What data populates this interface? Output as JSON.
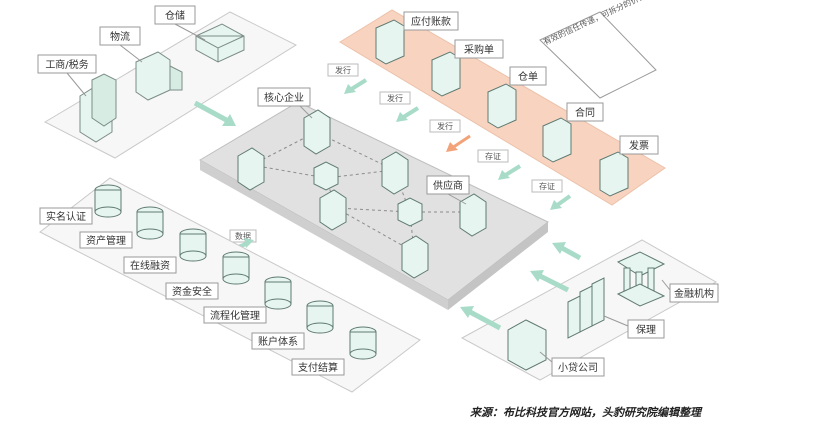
{
  "top_left": {
    "labels": [
      "仓储",
      "物流",
      "工商/税务"
    ]
  },
  "center": {
    "label": "核心企业",
    "supplier_label": "供应商",
    "data_tag": "数据"
  },
  "documents": {
    "items": [
      "应付账款",
      "采购单",
      "仓单",
      "合同",
      "发票"
    ],
    "note": "有效的信任传递，可拆分的价值流通平台",
    "flow_tags": [
      "发行",
      "发行",
      "发行",
      "存证",
      "存证"
    ]
  },
  "left_services": {
    "items": [
      "实名认证",
      "资产管理",
      "在线融资",
      "资金安全",
      "流程化管理",
      "账户体系",
      "支付结算"
    ]
  },
  "finance": {
    "items": [
      "金融机构",
      "保理",
      "小贷公司"
    ]
  },
  "source": "来源：布比科技官方网站，头豹研究院编辑整理",
  "colors": {
    "accent_green": "#9fd9c4",
    "box_fill": "#e6f5ef",
    "line": "#b9b9b9",
    "panel_gray": "#e1e1e1",
    "orange": "#f7cdb6"
  }
}
